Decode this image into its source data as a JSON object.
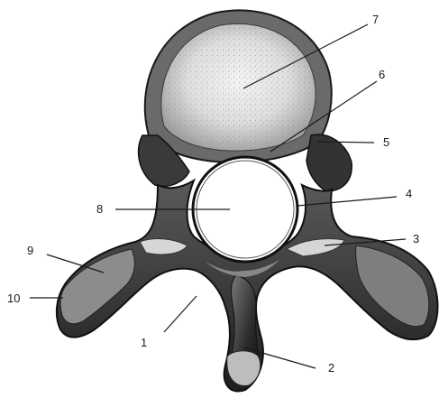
{
  "figure": {
    "subject": "vertebra-superior-view",
    "labels": [
      {
        "id": "l1",
        "text": "1"
      },
      {
        "id": "l2",
        "text": "2"
      },
      {
        "id": "l3",
        "text": "3"
      },
      {
        "id": "l4",
        "text": "4"
      },
      {
        "id": "l5",
        "text": "5"
      },
      {
        "id": "l6",
        "text": "6"
      },
      {
        "id": "l7",
        "text": "7"
      },
      {
        "id": "l8",
        "text": "8"
      },
      {
        "id": "l9",
        "text": "9"
      },
      {
        "id": "l10",
        "text": "10"
      }
    ],
    "colors": {
      "ink": "#1a1a1a",
      "bone_dark": "#2b2b2b",
      "bone_mid": "#6e6e6e",
      "bone_light": "#d9d9d9",
      "body_surface": "#e9e9e9"
    }
  }
}
